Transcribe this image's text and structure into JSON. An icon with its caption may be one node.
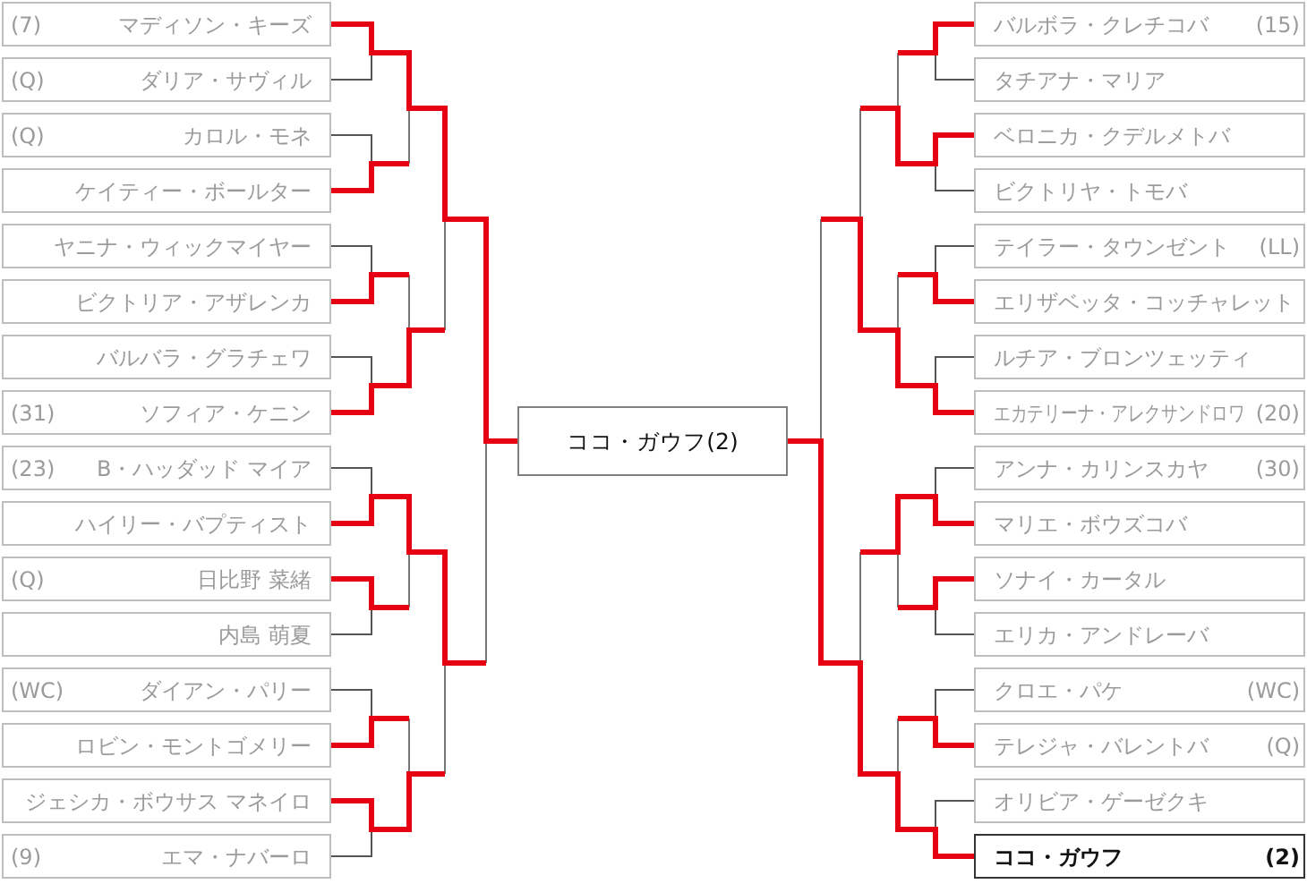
{
  "diagram": {
    "nodes": [
      {
        "text": [
          "(7)",
          "マディソン・キーズ"
        ]
      },
      {
        "text": [
          "(Q)",
          "ダリア・サヴィル"
        ]
      },
      {
        "text": [
          "(Q)",
          "カロル・モネ"
        ]
      },
      {
        "text": [
          "ケイティー・ボールター"
        ]
      },
      {
        "text": [
          "ヤニナ・ウィックマイヤー"
        ]
      },
      {
        "text": [
          "ビクトリア・アザレンカ"
        ]
      },
      {
        "text": [
          "バルバラ・グラチェワ"
        ]
      },
      {
        "text": [
          "(31)",
          "ソフィア・ケニン"
        ]
      },
      {
        "text": [
          "(23)",
          "B・ハッダッド マイア"
        ]
      },
      {
        "text": [
          "ハイリー・バプティスト"
        ]
      },
      {
        "text": [
          "(Q)",
          "日比野 菜緒"
        ]
      },
      {
        "text": [
          "内島 萌夏"
        ]
      },
      {
        "text": [
          "(WC)",
          "ダイアン・パリー"
        ]
      },
      {
        "text": [
          "ロビン・モントゴメリー"
        ]
      },
      {
        "text": [
          "ジェシカ・ボウサス マネイロ"
        ]
      },
      {
        "text": [
          "(9)",
          "エマ・ナバーロ"
        ]
      },
      {
        "text": [
          "ココ・ガウフ(2)"
        ]
      },
      {
        "text": [
          "バルボラ・クレチコバ",
          "(15)"
        ]
      },
      {
        "text": [
          "タチアナ・マリア"
        ]
      },
      {
        "text": [
          "ベロニカ・クデルメトバ"
        ]
      },
      {
        "text": [
          "ビクトリヤ・トモバ"
        ]
      },
      {
        "text": [
          "テイラー・タウンゼント",
          "(LL)"
        ]
      },
      {
        "text": [
          "エリザベッタ・コッチャレット"
        ]
      },
      {
        "text": [
          "ルチア・ブロンツェッティ"
        ]
      },
      {
        "text": [
          "エカテリーナ・アレクサンドロワ",
          "(20)"
        ]
      },
      {
        "text": [
          "アンナ・カリンスカヤ",
          "(30)"
        ]
      },
      {
        "text": [
          "マリエ・ボウズコバ"
        ]
      },
      {
        "text": [
          "ソナイ・カータル"
        ]
      },
      {
        "text": [
          "エリカ・アンドレーバ"
        ]
      },
      {
        "text": [
          "クロエ・パケ",
          "(WC)"
        ]
      },
      {
        "text": [
          "テレジャ・バレントバ",
          "(Q)"
        ]
      },
      {
        "text": [
          "オリビア・ゲーゼクキ"
        ]
      },
      {
        "text": [
          "ココ・ガウフ",
          "(2)"
        ]
      }
    ],
    "edges": [
      {
        "from": 0,
        "to": 16,
        "arrow": "none",
        "style": "thick"
      },
      {
        "from": 1,
        "to": null,
        "arrow": "none",
        "color": "#555555"
      },
      {
        "from": 2,
        "to": null,
        "arrow": "none",
        "color": "#555555"
      },
      {
        "from": 3,
        "to": null,
        "arrow": "none",
        "style": "thick"
      },
      {
        "from": 4,
        "to": null,
        "arrow": "none",
        "color": "#555555"
      },
      {
        "from": 5,
        "to": null,
        "arrow": "none",
        "style": "thick"
      },
      {
        "from": 6,
        "to": null,
        "arrow": "none",
        "color": "#555555"
      },
      {
        "from": 7,
        "to": null,
        "arrow": "none",
        "style": "thick"
      },
      {
        "from": 8,
        "to": null,
        "arrow": "none",
        "color": "#555555"
      },
      {
        "from": 9,
        "to": null,
        "arrow": "none",
        "style": "thick"
      },
      {
        "from": 10,
        "to": null,
        "arrow": "none",
        "style": "thick"
      },
      {
        "from": 11,
        "to": null,
        "arrow": "none",
        "color": "#555555"
      },
      {
        "from": 12,
        "to": null,
        "arrow": "none",
        "color": "#555555"
      },
      {
        "from": 13,
        "to": null,
        "arrow": "none",
        "style": "thick"
      },
      {
        "from": 14,
        "to": null,
        "arrow": "none",
        "style": "thick"
      },
      {
        "from": 15,
        "to": null,
        "arrow": "none",
        "color": "#555555"
      },
      {
        "from": 17,
        "to": null,
        "arrow": "none",
        "style": "thick"
      },
      {
        "from": 18,
        "to": null,
        "arrow": "none",
        "color": "#555555"
      },
      {
        "from": 19,
        "to": null,
        "arrow": "none",
        "style": "thick"
      },
      {
        "from": 20,
        "to": null,
        "arrow": "none",
        "color": "#555555"
      },
      {
        "from": 21,
        "to": null,
        "arrow": "none",
        "color": "#555555"
      },
      {
        "from": 22,
        "to": null,
        "arrow": "none",
        "style": "thick"
      },
      {
        "from": 23,
        "to": null,
        "arrow": "none",
        "color": "#555555"
      },
      {
        "from": 24,
        "to": null,
        "arrow": "none",
        "style": "thick"
      },
      {
        "from": 25,
        "to": null,
        "arrow": "none",
        "color": "#555555"
      },
      {
        "from": 26,
        "to": null,
        "arrow": "none",
        "style": "thick"
      },
      {
        "from": 27,
        "to": null,
        "arrow": "none",
        "style": "thick"
      },
      {
        "from": 28,
        "to": null,
        "arrow": "none",
        "color": "#555555"
      },
      {
        "from": 29,
        "to": null,
        "arrow": "none",
        "color": "#555555"
      },
      {
        "from": 30,
        "to": null,
        "arrow": "none",
        "style": "thick"
      },
      {
        "from": 31,
        "to": null,
        "arrow": "none",
        "color": "#555555"
      },
      {
        "from": 32,
        "to": 16,
        "arrow": "none",
        "style": "thick"
      }
    ]
  }
}
